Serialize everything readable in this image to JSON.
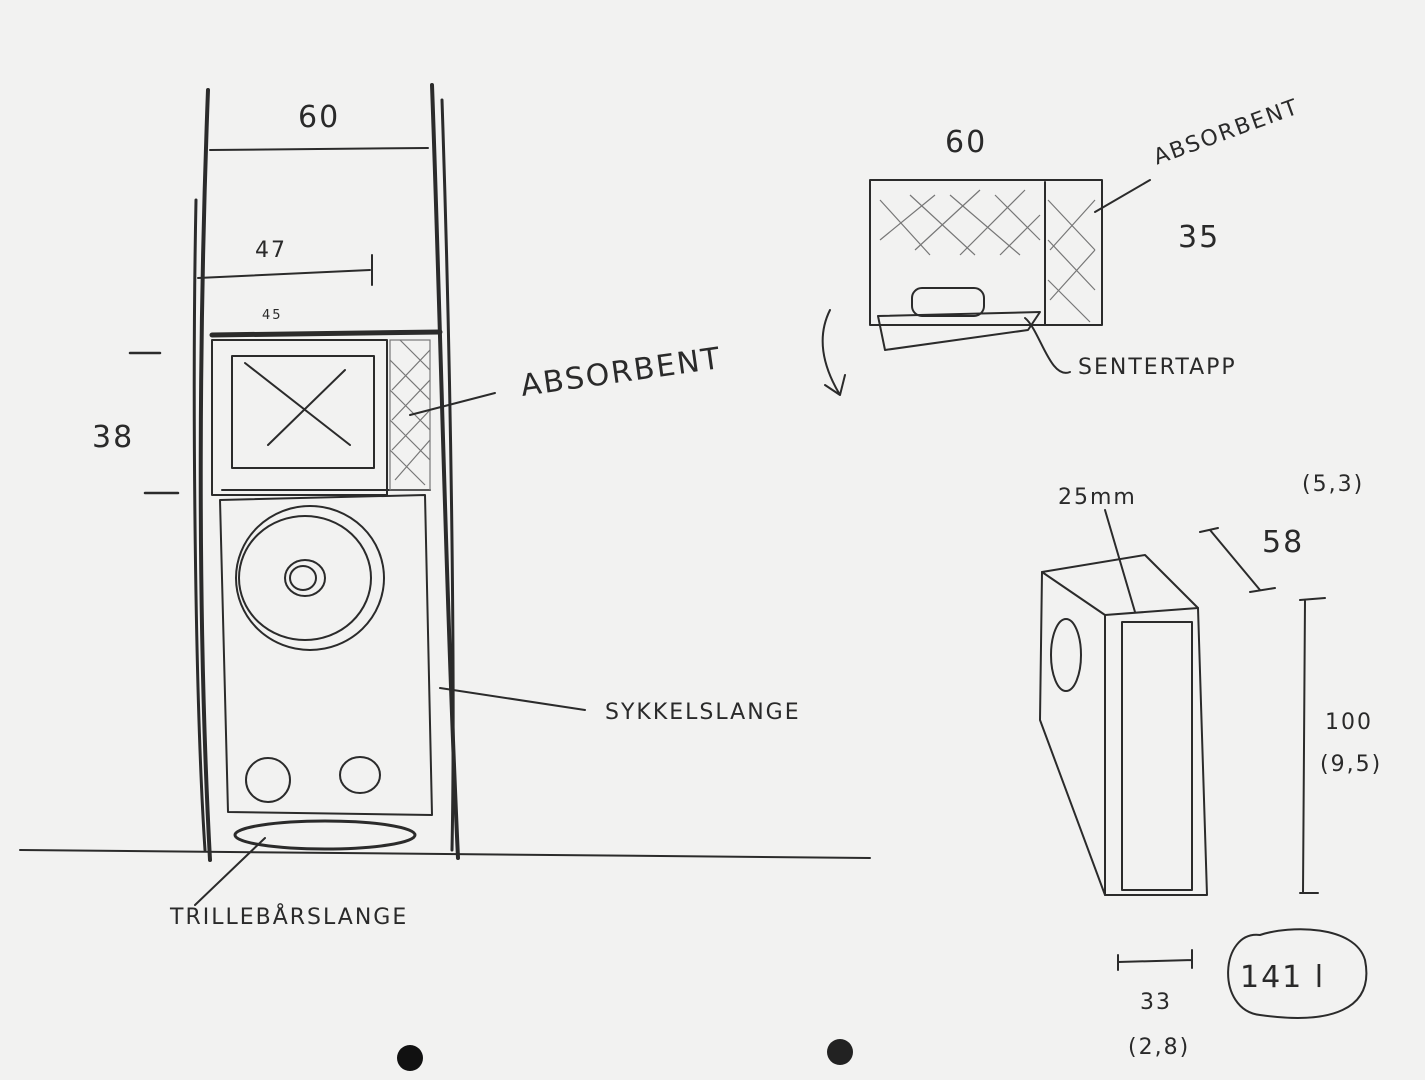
{
  "front_view": {
    "width_label": "60",
    "inner_width_label": "47",
    "shelf_label": "45",
    "height_label": "38",
    "absorbent_label": "ABSORBENT",
    "bike_tube_label": "SYKKELSLANGE",
    "wheelbarrow_tube_label": "TRILLEBÅRSLANGE"
  },
  "top_view": {
    "width_label": "60",
    "depth_label": "35",
    "absorbent_label": "ABSORBENT",
    "center_pin_label": "SENTERTAPP"
  },
  "box_view": {
    "wall_label": "25mm",
    "depth_label": "58",
    "depth_sub": "(5,3)",
    "height_label": "100",
    "height_sub": "(9,5)",
    "width_label": "33",
    "width_sub": "(2,8)",
    "volume_label": "141 l"
  }
}
